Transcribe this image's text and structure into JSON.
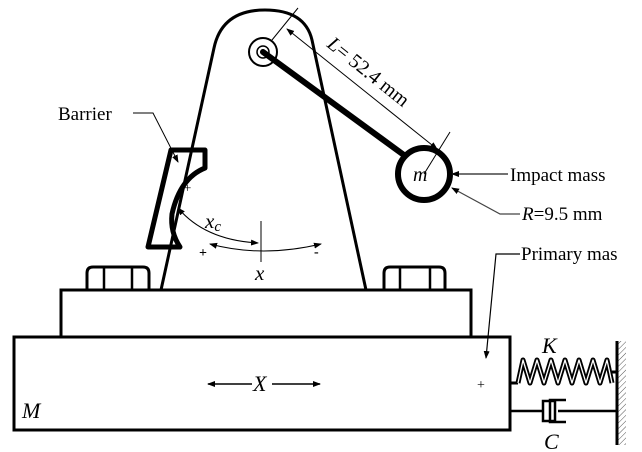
{
  "labels": {
    "barrier": "Barrier",
    "impact_mass": "Impact mass",
    "length_prefix": "L",
    "length_value": "= 52.4 mm",
    "radius_prefix": "R",
    "radius_value": "=9.5 mm",
    "primary_mass": "Primary mas",
    "mass_small": "m",
    "mass_big": "M",
    "spring": "K",
    "damper": "C",
    "pendulum_coord": "x",
    "barrier_coord": "x",
    "barrier_coord_sub": "c",
    "base_coord": "X",
    "plus": "+",
    "minus": "-"
  },
  "colors": {
    "stroke": "#000000",
    "background": "#ffffff",
    "hatch": "#555555"
  }
}
